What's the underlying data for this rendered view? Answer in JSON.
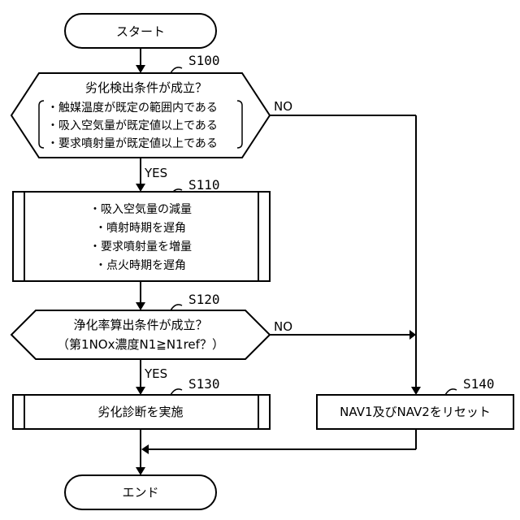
{
  "start": {
    "label": "スタート"
  },
  "end": {
    "label": "エンド"
  },
  "s100": {
    "step": "S100",
    "title": "劣化検出条件が成立？",
    "conditions": [
      "・触媒温度が既定の範囲内である",
      "・吸入空気量が既定値以上である",
      "・要求噴射量が既定値以上である"
    ],
    "yes": "YES",
    "no": "NO"
  },
  "s110": {
    "step": "S110",
    "items": [
      "・吸入空気量の減量",
      "・噴射時期を遅角",
      "・要求噴射量を増量",
      "・点火時期を遅角"
    ]
  },
  "s120": {
    "step": "S120",
    "line1": "浄化率算出条件が成立？",
    "line2": "（第1NOx濃度N1≧N1ref？）",
    "yes": "YES",
    "no": "NO"
  },
  "s130": {
    "step": "S130",
    "label": "劣化診断を実施"
  },
  "s140": {
    "step": "S140",
    "label": "NAV1及びNAV2をリセット"
  }
}
